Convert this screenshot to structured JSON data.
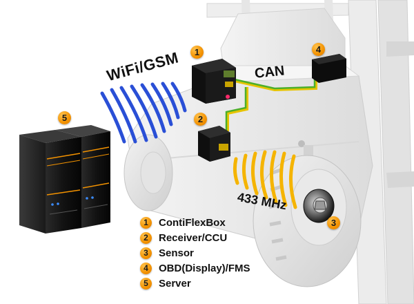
{
  "labels": {
    "wifi": "WiFi/GSM",
    "can": "CAN",
    "frequency": "433 MHz"
  },
  "callouts": {
    "contiflexbox": "1",
    "receiver": "2",
    "sensor": "3",
    "obd": "4",
    "server": "5"
  },
  "legend": [
    {
      "num": "1",
      "text": "ContiFlexBox"
    },
    {
      "num": "2",
      "text": "Receiver/CCU"
    },
    {
      "num": "3",
      "text": "Sensor"
    },
    {
      "num": "4",
      "text": "OBD(Display)/FMS"
    },
    {
      "num": "5",
      "text": "Server"
    }
  ],
  "colors": {
    "badge": "#f39200",
    "wifi_waves": "#2a4fd6",
    "rf_waves": "#f5b400",
    "cable": "#4caf2a",
    "device": "#111111"
  }
}
